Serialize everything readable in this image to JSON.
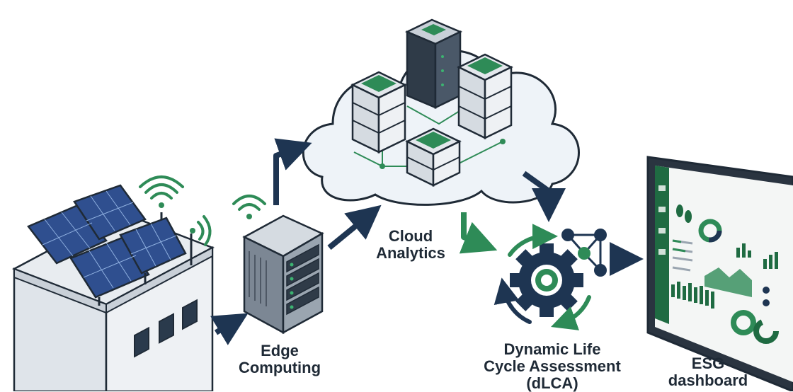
{
  "labels": {
    "edge": [
      "Edge",
      "Computing"
    ],
    "cloud": [
      "Cloud",
      "Analytics"
    ],
    "dlca": [
      "Dynamic Life",
      "Cycle Assessment",
      "(dLCA)"
    ],
    "esg": [
      "ESG",
      "dashboard"
    ]
  },
  "colors": {
    "navy": "#1e3552",
    "green": "#2e8b57",
    "dark_green": "#1f6b42",
    "outline": "#1f2a36",
    "cloud_fill": "#eef3f8",
    "panel_blue": "#2f4f8f",
    "screen_bg": "#f4f6f5"
  },
  "icons": [
    "solar-panel-icon",
    "building-icon",
    "wifi-signal-icon",
    "server-rack-icon",
    "cloud-icon",
    "gear-icon",
    "network-nodes-icon",
    "tablet-icon",
    "arrow-icon"
  ]
}
